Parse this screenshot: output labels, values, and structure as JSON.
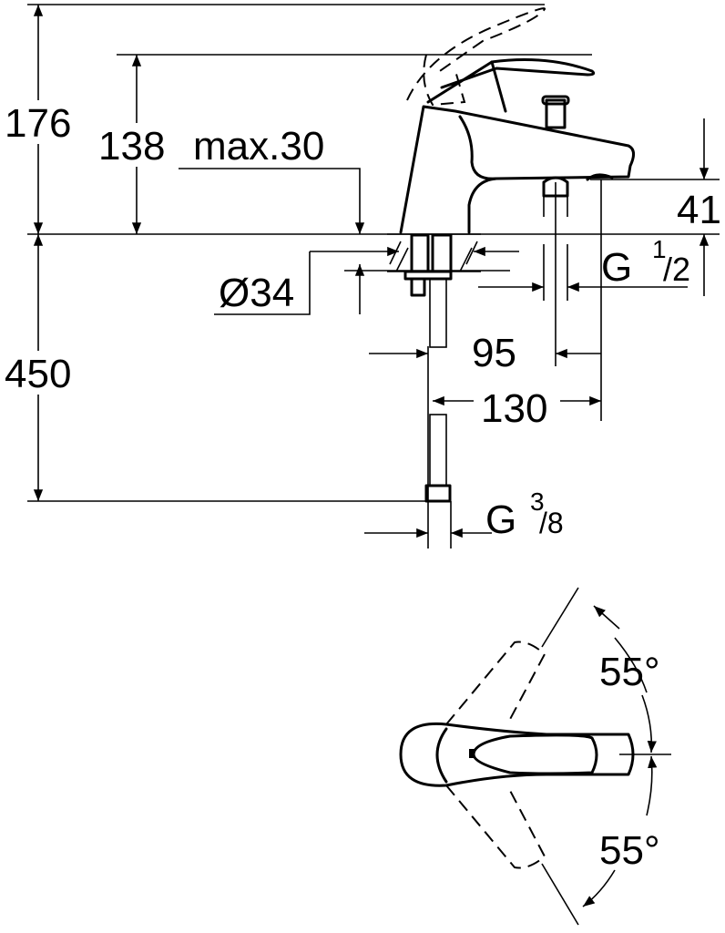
{
  "diagram": {
    "dimensions": {
      "total_height": "176",
      "lever_height": "138",
      "max_deck": "max.30",
      "hole_diameter": "Ø34",
      "hose_length": "450",
      "spout_height": "41",
      "spout_axis": "95",
      "spout_reach": "130"
    },
    "threads": {
      "outlet": {
        "letter": "G",
        "num": "1",
        "den": "/2"
      },
      "inlet": {
        "letter": "G",
        "num": "3",
        "den": "/8"
      }
    },
    "angles": {
      "upper": "55°",
      "lower": "55°"
    }
  }
}
